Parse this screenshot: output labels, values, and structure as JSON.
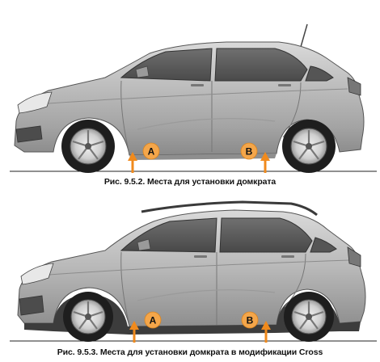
{
  "figures": [
    {
      "caption": "Рис. 9.5.2. Места для установки домкрата",
      "markers": [
        {
          "label": "A",
          "icon": "up-arrow-icon"
        },
        {
          "label": "B",
          "icon": "up-arrow-icon"
        }
      ]
    },
    {
      "caption": "Рис. 9.5.3. Места для установки домкрата в модификации Cross",
      "markers": [
        {
          "label": "A",
          "icon": "up-arrow-icon"
        },
        {
          "label": "B",
          "icon": "up-arrow-icon"
        }
      ]
    }
  ],
  "colors": {
    "marker_fill": "#f4a64a",
    "arrow": "#f08a1c",
    "car_body": "#b4b4b4",
    "tire": "#1e1e1e"
  }
}
